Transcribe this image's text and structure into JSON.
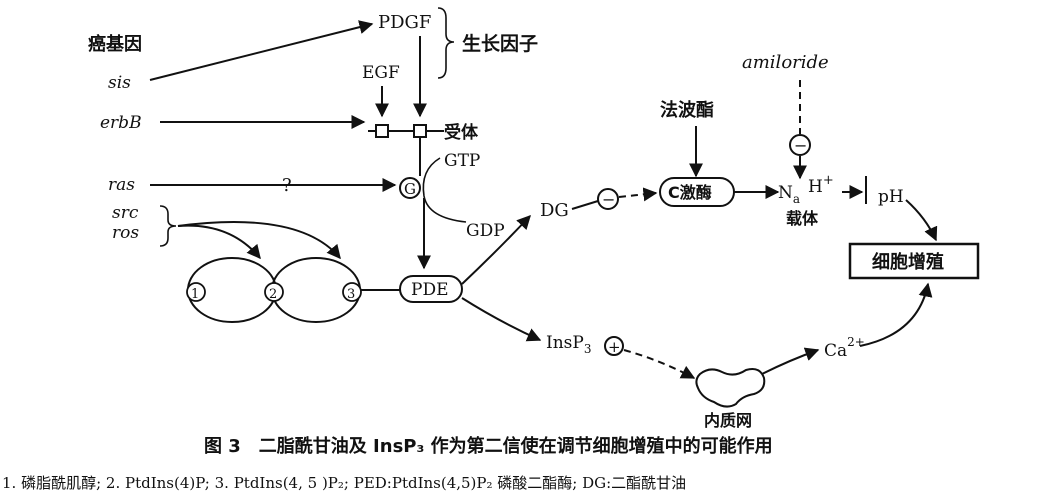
{
  "oncogenes_heading": "癌基因",
  "oncogenes": {
    "sis": "sis",
    "erbB": "erbB",
    "ras": "ras",
    "src": "src",
    "ros": "ros"
  },
  "growth_factors_label": "生长因子",
  "pdgf": "PDGF",
  "egf": "EGF",
  "receptor": "受体",
  "question_mark": "?",
  "g_protein": "G",
  "gtp": "GTP",
  "gdp": "GDP",
  "lipids": {
    "n1": "1",
    "n2": "2",
    "n3": "3"
  },
  "pde": "PDE",
  "dg": "DG",
  "minus_sign": "−",
  "plus_sign": "+",
  "phorbol_ester": "法波酯",
  "pkc": "C激酶",
  "amiloride": "amiloride",
  "na": "N",
  "na_sub": "a",
  "h": "H",
  "h_sup": "+",
  "carrier": "载体",
  "ph": "pH",
  "proliferation": "细胞增殖",
  "insp3": "InsP",
  "insp3_sub": "3",
  "er": "内质网",
  "ca": "Ca",
  "ca_sup": "2+",
  "caption": "图 3　二脂酰甘油及 InsP₃ 作为第二信使在调节细胞增殖中的可能作用",
  "footnote": "1. 磷脂酰肌醇; 2. PtdIns(4)P; 3. PtdIns(4, 5 )P₂; PED:PtdIns(4,5)P₂ 磷酸二酯酶; DG:二酯酰甘油"
}
